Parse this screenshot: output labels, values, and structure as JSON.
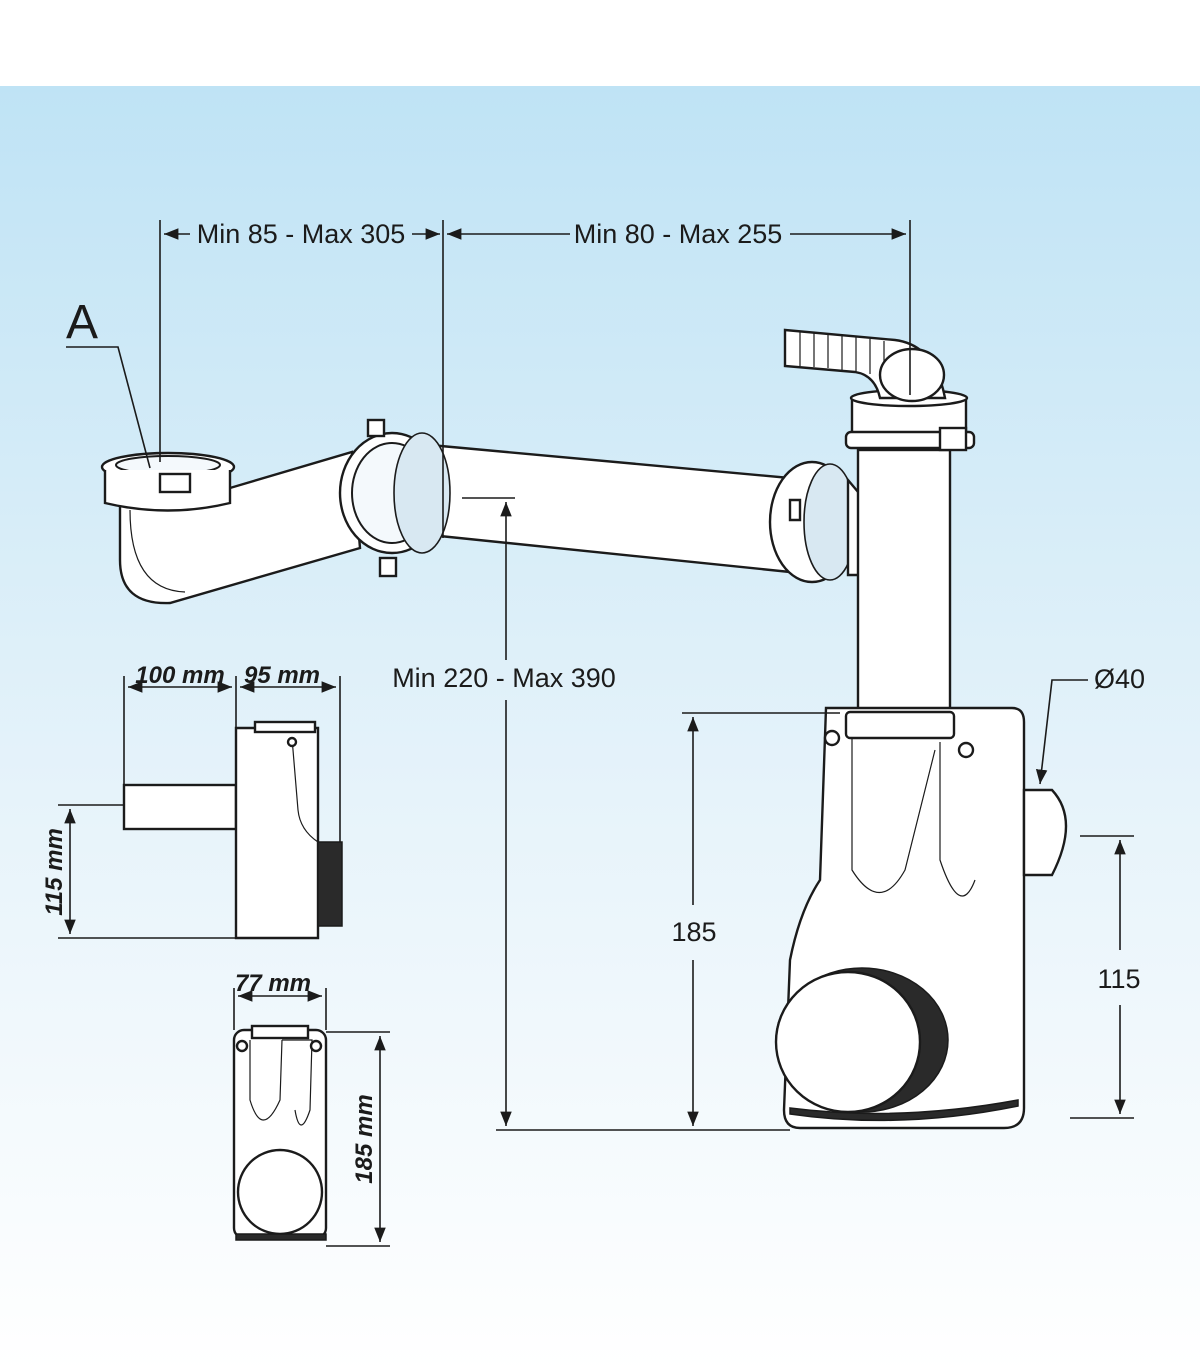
{
  "callout": {
    "label": "A"
  },
  "dimensions": {
    "top_left": "Min 85 - Max 305",
    "top_right": "Min 80 - Max 255",
    "vertical_range": "Min 220 - Max 390",
    "diameter": "Ø40",
    "height_185": "185",
    "height_115": "115"
  },
  "side_view": {
    "width_a": "100 mm",
    "width_b": "95 mm",
    "height": "115 mm"
  },
  "front_view": {
    "width": "77 mm",
    "height": "185 mm"
  },
  "colors": {
    "background_gradient_top": "#bfe3f5",
    "background_gradient_bottom": "#ffffff",
    "line": "#1b1b1b"
  }
}
